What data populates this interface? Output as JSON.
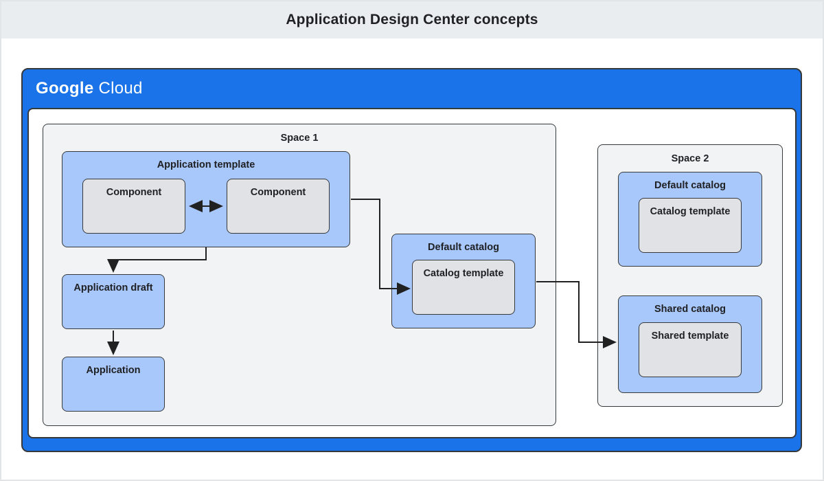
{
  "page": {
    "title": "Application Design Center concepts"
  },
  "brand": {
    "logo_google": "Google",
    "logo_cloud": "Cloud"
  },
  "colors": {
    "header_band": "#e9edef",
    "container_blue": "#1a73e8",
    "space_bg": "#f1f3f4",
    "box_blue": "#a8c7fa",
    "box_gray": "#e0e2e5",
    "border": "#36393b",
    "arrow": "#212121",
    "text": "#202124"
  },
  "diagram": {
    "space1": {
      "title": "Space 1",
      "application_template": {
        "title": "Application template",
        "components": [
          "Component",
          "Component"
        ]
      },
      "application_draft": "Application draft",
      "application": "Application",
      "default_catalog": {
        "title": "Default catalog",
        "catalog_template": "Catalog template"
      }
    },
    "space2": {
      "title": "Space 2",
      "default_catalog": {
        "title": "Default catalog",
        "catalog_template": "Catalog template"
      },
      "shared_catalog": {
        "title": "Shared catalog",
        "shared_template": "Shared template"
      }
    }
  }
}
